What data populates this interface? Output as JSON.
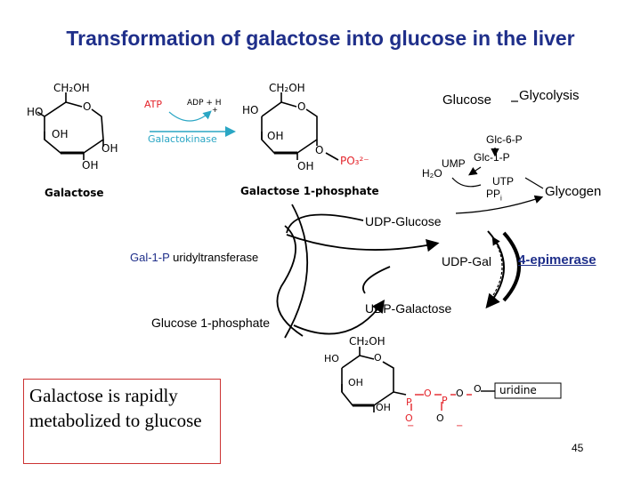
{
  "title": "Transformation of galactose into glucose in the liver",
  "structures": {
    "galactose": {
      "ch2oh": "CH₂OH",
      "ho": "HO",
      "o_ring": "O",
      "oh_left": "OH",
      "oh_right": "OH",
      "oh_bottom": "OH",
      "name": "Galactose"
    },
    "galactose_1p": {
      "ch2oh": "CH₂OH",
      "ho": "HO",
      "o_ring": "O",
      "oh_left": "OH",
      "o_link": "O",
      "po3": "PO₃²⁻",
      "oh_bottom": "OH",
      "name": "Galactose 1-phosphate"
    },
    "udp_galactose": {
      "ch2oh": "CH₂OH",
      "ho": "HO",
      "o_ring": "O",
      "oh_left": "OH",
      "oh_bottom": "OH",
      "p1": "P",
      "p2": "P",
      "o_a": "O",
      "o_b": "O",
      "o_c": "O",
      "o_minus1": "O",
      "minus1": "−",
      "o_minus2": "O",
      "minus2": "−",
      "uridine": "uridine"
    }
  },
  "galactokinase": {
    "atp": "ATP",
    "adp": "ADP + H",
    "plus": "+",
    "enzyme": "Galactokinase"
  },
  "labels": {
    "glucose": "Glucose",
    "glycolysis": "Glycolysis",
    "glc6p": "Glc-6-P",
    "glc1p": "Glc-1-P",
    "h2o": "H₂O",
    "ump": "UMP",
    "utp": "UTP",
    "ppi": "PP",
    "ppi_sub": "i",
    "glycogen": "Glycogen",
    "udp_glucose": "UDP-Glucose",
    "gal1p_prefix": "Gal-1-P ",
    "gal1p_enzyme": "uridyltransferase",
    "udp_gal": "UDP-Gal",
    "epimerase": "4-epimerase",
    "glucose_1p": "Glucose 1-phosphate",
    "udp_galactose": "UDP-Galactose"
  },
  "note": "Galactose is rapidly metabolized to glucose",
  "page_number": "45",
  "colors": {
    "title": "#1f2f8a",
    "phosphate": "#e4242b",
    "enzyme": "#2aa6c4",
    "note_border": "#cc3333",
    "enzyme_label": "#1f2f8a"
  }
}
